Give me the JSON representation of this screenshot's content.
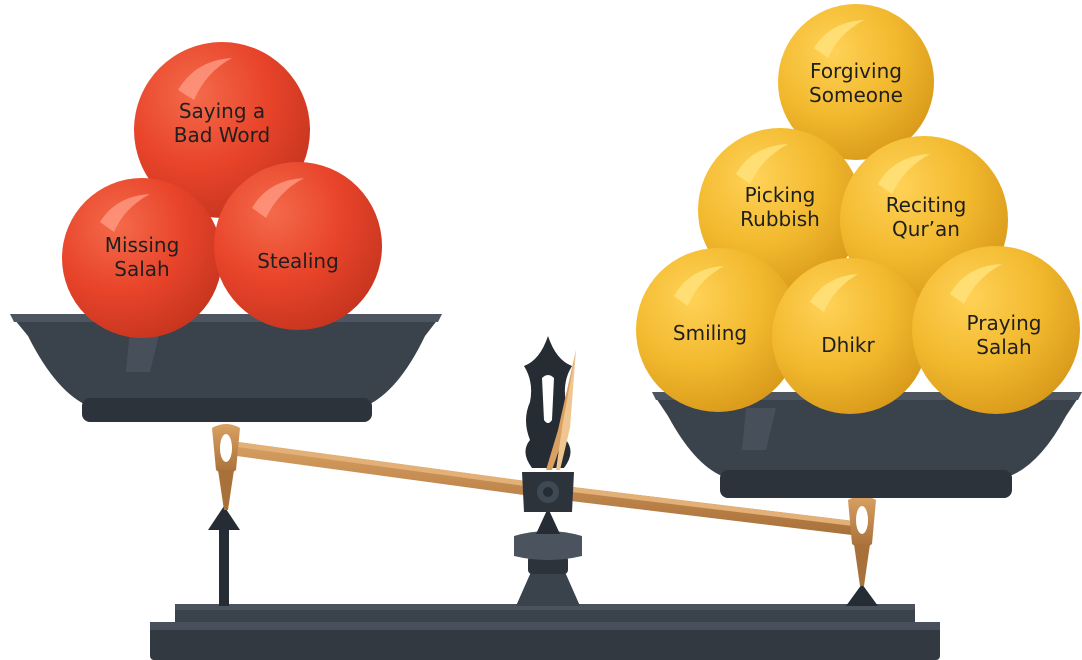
{
  "colors": {
    "bad_ball": "#e8442a",
    "good_ball": "#f2b92e",
    "metal": "#3a424b",
    "beam": "#c4894a",
    "background": "#ffffff"
  },
  "left_pan": {
    "balls": [
      {
        "lines": [
          "Saying a",
          "Bad Word"
        ]
      },
      {
        "lines": [
          "Missing",
          "Salah"
        ]
      },
      {
        "lines": [
          "Stealing"
        ]
      }
    ]
  },
  "right_pan": {
    "balls": [
      {
        "lines": [
          "Forgiving",
          "Someone"
        ]
      },
      {
        "lines": [
          "Picking",
          "Rubbish"
        ]
      },
      {
        "lines": [
          "Reciting",
          "Qur’an"
        ]
      },
      {
        "lines": [
          "Smiling"
        ]
      },
      {
        "lines": [
          "Dhikr"
        ]
      },
      {
        "lines": [
          "Praying",
          "Salah"
        ]
      }
    ]
  }
}
